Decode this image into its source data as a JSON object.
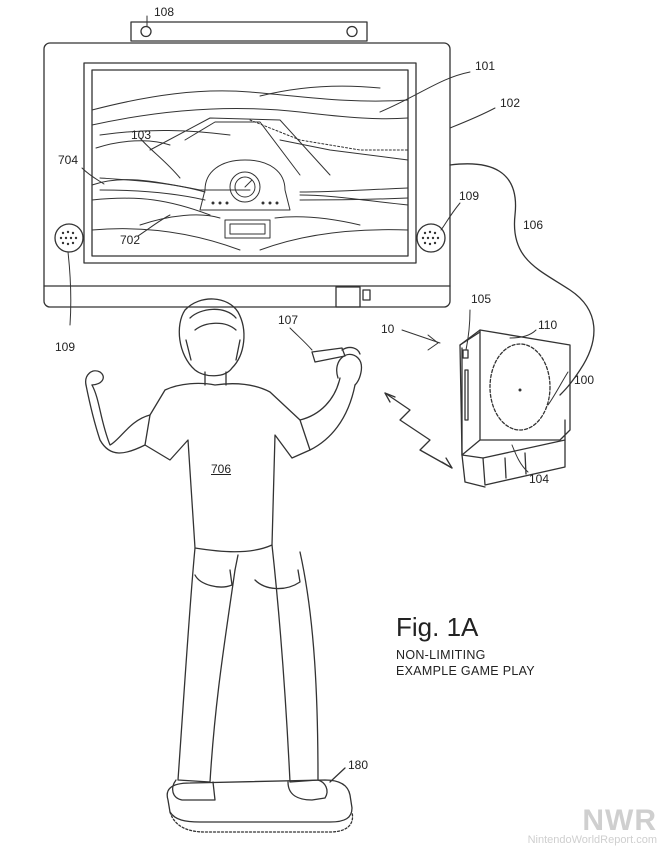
{
  "figure": {
    "title": "Fig. 1A",
    "subtitle_line1": "NON-LIMITING",
    "subtitle_line2": "EXAMPLE GAME PLAY"
  },
  "reference_numerals": {
    "r108": "108",
    "r101": "101",
    "r102": "102",
    "r103": "103",
    "r704": "704",
    "r109_right": "109",
    "r106": "106",
    "r702": "702",
    "r109_left": "109",
    "r107": "107",
    "r105": "105",
    "r10": "10",
    "r110": "110",
    "r100": "100",
    "r706": "706",
    "r104": "104",
    "r180": "180"
  },
  "watermark": {
    "logo": "NWR",
    "text": "NintendoWorldReport.com"
  }
}
